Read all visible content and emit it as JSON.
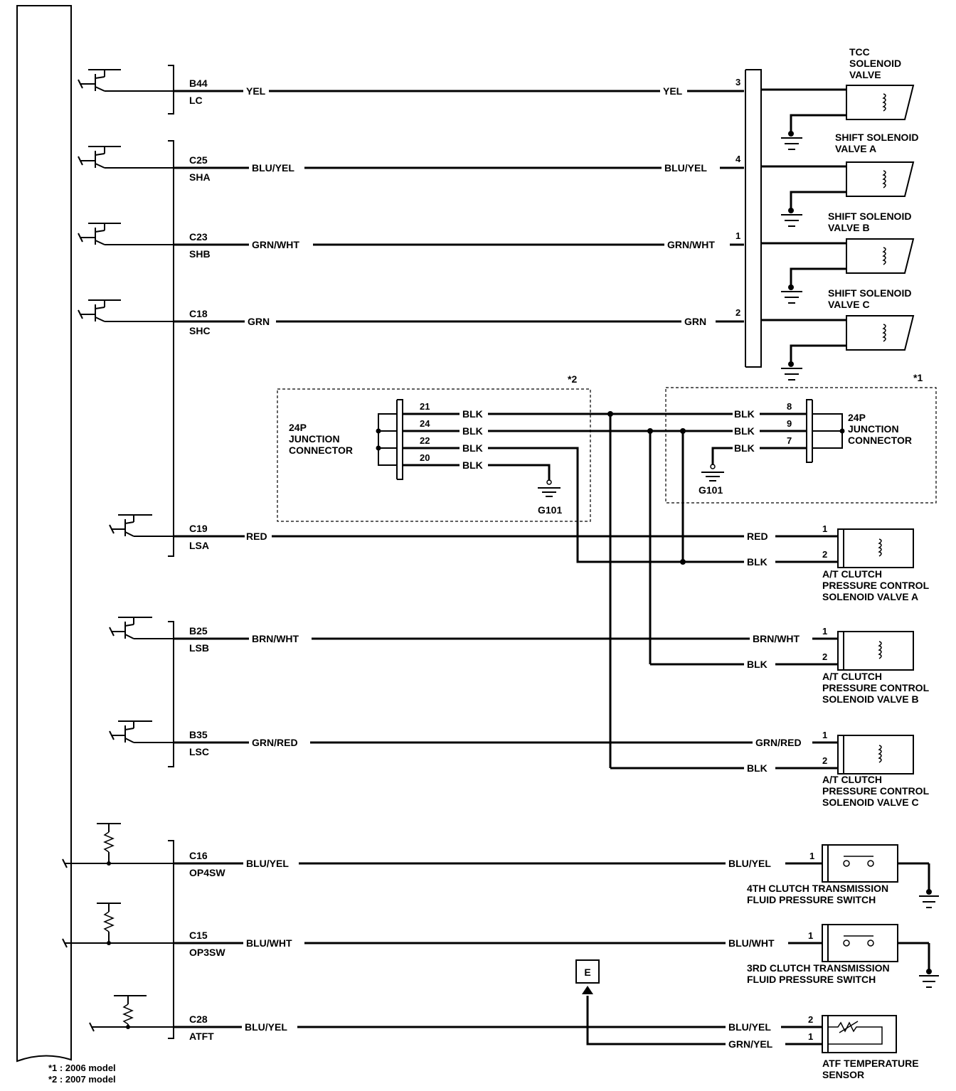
{
  "connectors": {
    "lc": {
      "pin": "B44",
      "name": "LC"
    },
    "sha": {
      "pin": "C25",
      "name": "SHA"
    },
    "shb": {
      "pin": "C23",
      "name": "SHB"
    },
    "shc": {
      "pin": "C18",
      "name": "SHC"
    },
    "lsa": {
      "pin": "C19",
      "name": "LSA"
    },
    "lsb": {
      "pin": "B25",
      "name": "LSB"
    },
    "lsc": {
      "pin": "B35",
      "name": "LSC"
    },
    "op4sw": {
      "pin": "C16",
      "name": "OP4SW"
    },
    "op3sw": {
      "pin": "C15",
      "name": "OP3SW"
    },
    "atft": {
      "pin": "C28",
      "name": "ATFT"
    }
  },
  "wire_colors": {
    "yel": "YEL",
    "blu_yel": "BLU/YEL",
    "grn_wht": "GRN/WHT",
    "grn": "GRN",
    "red": "RED",
    "blk": "BLK",
    "brn_wht": "BRN/WHT",
    "grn_red": "GRN/RED",
    "blu_wht": "BLU/WHT",
    "grn_yel": "GRN/YEL"
  },
  "pins": {
    "p1": "1",
    "p2": "2",
    "p3": "3",
    "p4": "4",
    "p7": "7",
    "p8": "8",
    "p9": "9",
    "p20": "20",
    "p21": "21",
    "p22": "22",
    "p24": "24"
  },
  "components": {
    "tcc": [
      "TCC",
      "SOLENOID",
      "VALVE"
    ],
    "ssa": [
      "SHIFT SOLENOID",
      "VALVE A"
    ],
    "ssb": [
      "SHIFT SOLENOID",
      "VALVE B"
    ],
    "ssc": [
      "SHIFT SOLENOID",
      "VALVE C"
    ],
    "pcsa": [
      "A/T CLUTCH",
      "PRESSURE CONTROL",
      "SOLENOID VALVE A"
    ],
    "pcsb": [
      "A/T CLUTCH",
      "PRESSURE CONTROL",
      "SOLENOID VALVE B"
    ],
    "pcsc": [
      "A/T CLUTCH",
      "PRESSURE CONTROL",
      "SOLENOID VALVE C"
    ],
    "sw4": [
      "4TH CLUTCH TRANSMISSION",
      "FLUID PRESSURE SWITCH"
    ],
    "sw3": [
      "3RD CLUTCH TRANSMISSION",
      "FLUID PRESSURE SWITCH"
    ],
    "atf": [
      "ATF TEMPERATURE",
      "SENSOR"
    ]
  },
  "junction": {
    "title": [
      "24P",
      "JUNCTION",
      "CONNECTOR"
    ],
    "ground": "G101",
    "model_2006_mark": "*1",
    "model_2007_mark": "*2"
  },
  "e_marker": "E",
  "notes": [
    "*1 : 2006 model",
    "*2 : 2007 model"
  ]
}
